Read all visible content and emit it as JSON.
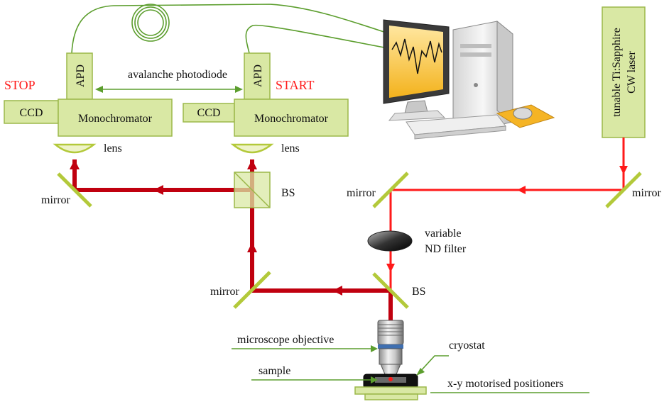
{
  "labels": {
    "stop": "STOP",
    "start": "START",
    "apd_left": "APD",
    "apd_right": "APD",
    "avalanche": "avalanche photodiode",
    "ccd_left": "CCD",
    "ccd_right": "CCD",
    "mono_left": "Monochromator",
    "mono_right": "Monochromator",
    "lens_left": "lens",
    "lens_right": "lens",
    "mirror_top_left": "mirror",
    "bs_upper": "BS",
    "mirror_mid": "mirror",
    "mirror_right": "mirror",
    "laser_line1": "tunable Ti:Sapphire",
    "laser_line2": "CW laser",
    "nd_line1": "variable",
    "nd_line2": "ND filter",
    "mirror_lower_left": "mirror",
    "bs_lower": "BS",
    "objective": "microscope objective",
    "cryostat": "cryostat",
    "sample": "sample",
    "positioners": "x-y motorised positioners"
  },
  "colors": {
    "box_fill": "#d9e8a4",
    "box_stroke": "#9cb84a",
    "beam_dark": "#c0000f",
    "beam_bright": "#ff1a1a",
    "fiber": "#5c9e2e",
    "label_red": "#ff1a1a"
  },
  "icons": {
    "computer": "desktop-computer-icon",
    "objective": "microscope-objective-icon"
  }
}
